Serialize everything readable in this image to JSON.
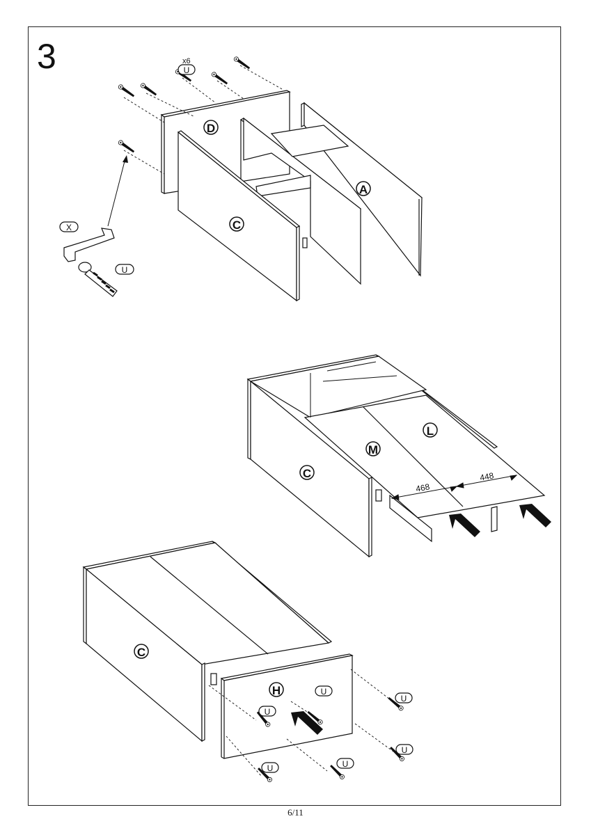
{
  "step_number": "3",
  "page_number": "6/11",
  "parts": {
    "A": "A",
    "C": "C",
    "D": "D",
    "H": "H",
    "L": "L",
    "M": "M",
    "U": "U",
    "X": "X"
  },
  "quantity": "x6",
  "dimensions": {
    "m_width": "468",
    "l_width": "448"
  }
}
